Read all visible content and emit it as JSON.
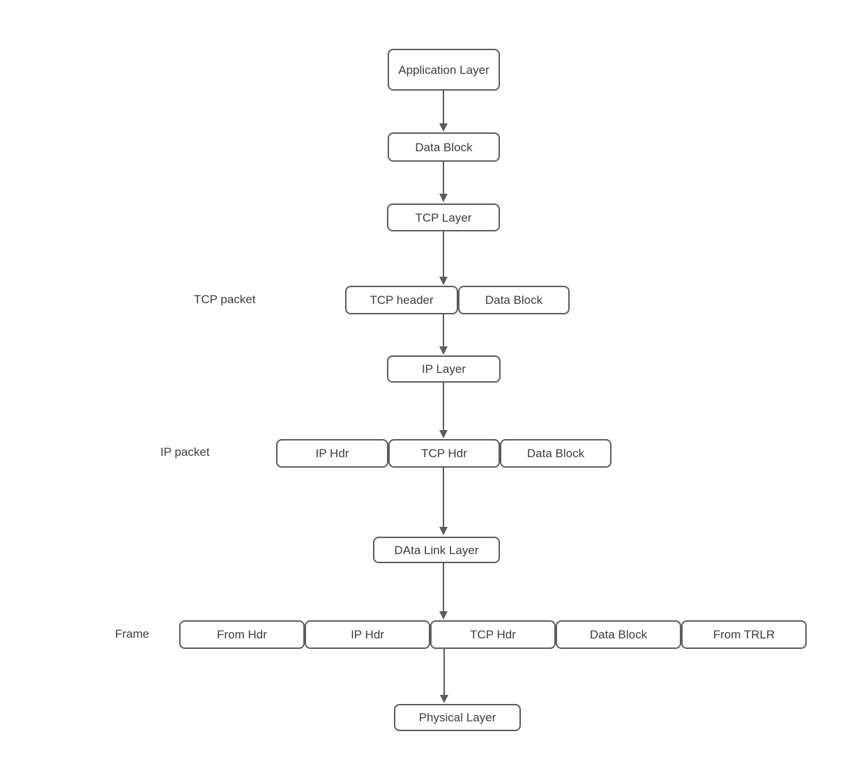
{
  "diagram": {
    "nodes": {
      "application_layer": "Application Layer",
      "data_block_top": "Data Block",
      "tcp_layer": "TCP Layer",
      "tcp_header": "TCP header",
      "tcp_packet_data_block": "Data Block",
      "ip_layer": "IP Layer",
      "ip_hdr": "IP Hdr",
      "ip_packet_tcp_hdr": "TCP Hdr",
      "ip_packet_data_block": "Data Block",
      "data_link_layer": "DAta Link Layer",
      "frame_from_hdr": "From Hdr",
      "frame_ip_hdr": "IP Hdr",
      "frame_tcp_hdr": "TCP Hdr",
      "frame_data_block": "Data Block",
      "frame_from_trlr": "From TRLR",
      "physical_layer": "Physical Layer"
    },
    "row_labels": {
      "tcp_packet": "TCP packet",
      "ip_packet": "IP packet",
      "frame": "Frame"
    },
    "colors": {
      "box_border": "#5c5c5c",
      "box_fill": "#ffffff",
      "text": "#3c3c3c",
      "connector": "#5c5c5c",
      "background": "#ffffff"
    }
  }
}
